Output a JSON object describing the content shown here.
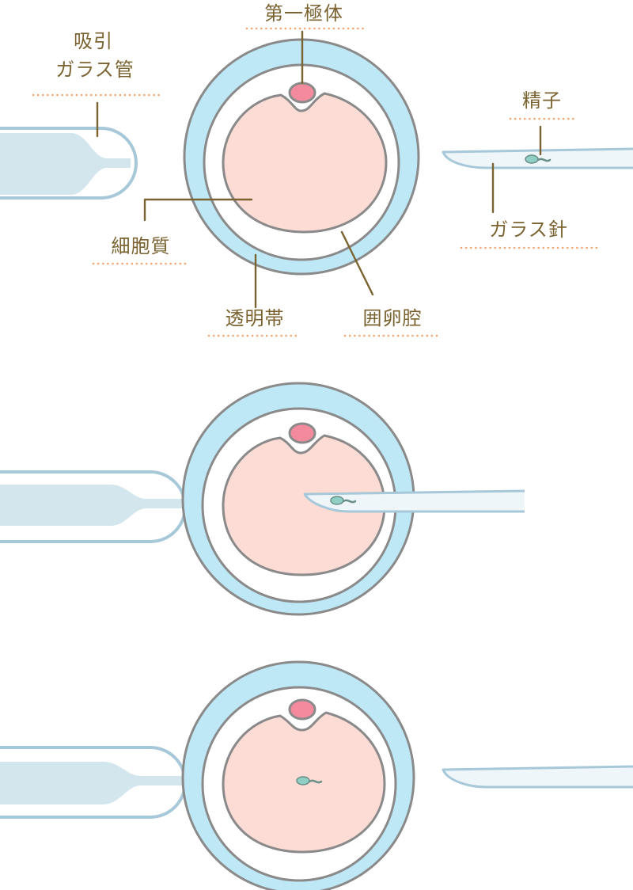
{
  "labels": {
    "polar_body": "第一極体",
    "suction_pipette_line1": "吸引",
    "suction_pipette_line2": "ガラス管",
    "sperm": "精子",
    "cytoplasm": "細胞質",
    "glass_needle": "ガラス針",
    "zona_pellucida": "透明帯",
    "perivitelline_space": "囲卵腔"
  },
  "colors": {
    "label_text": "#7a6330",
    "dotted_underline": "#f2a877",
    "zona_fill": "#bfe8f6",
    "cytoplasm_fill": "#fcdcd4",
    "polar_body_fill": "#f48a9d",
    "pipette_fill": "#d3e6ee",
    "pipette_outline": "#a7c8d8",
    "sperm_fill": "#8fcfc4",
    "outline": "#8a8a8a"
  },
  "panels": [
    "before-injection",
    "needle-inserted",
    "after-injection"
  ]
}
